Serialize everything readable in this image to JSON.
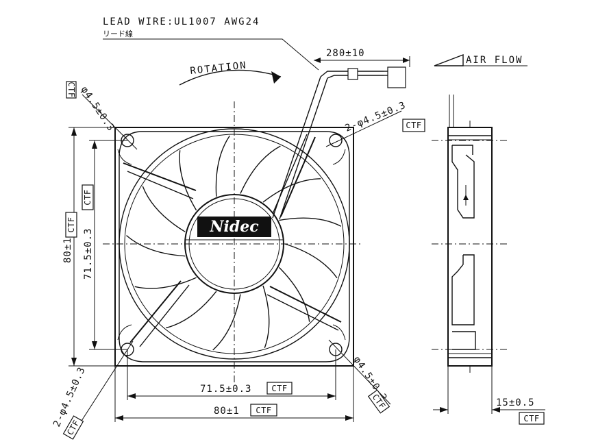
{
  "lead_wire": {
    "spec": "LEAD WIRE:UL1007 AWG24",
    "japanese": "リード線",
    "length": "280±10"
  },
  "rotation_label": "ROTATION",
  "airflow_label": "AIR FLOW",
  "brand": "Nidec",
  "dimensions": {
    "hole_top_left": "φ4.5±0.3",
    "hole_top_right": "2-φ4.5±0.3",
    "hole_bottom_left": "2-φ4.5±0.3",
    "hole_bottom_right": "φ4.5±0.3",
    "height_outer": "80±1",
    "height_pitch": "71.5±0.3",
    "width_pitch": "71.5±0.3",
    "width_outer": "80±1",
    "thickness": "15±0.5"
  },
  "ctf": "CTF",
  "colors": {
    "line": "#111111",
    "background": "#ffffff"
  }
}
